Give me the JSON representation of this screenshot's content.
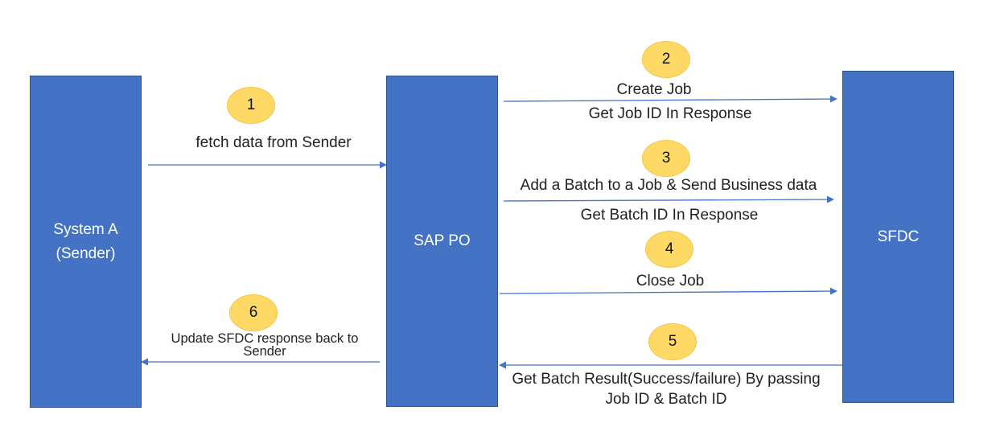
{
  "boxes": {
    "system_a": "System A\n(Sender)",
    "sap_po": "SAP PO",
    "sfdc": "SFDC"
  },
  "steps": [
    {
      "number": "1",
      "label": "fetch data from Sender"
    },
    {
      "number": "2",
      "label": "Create Job",
      "sublabel": "Get Job ID In Response"
    },
    {
      "number": "3",
      "label": "Add a Batch to a Job & Send Business data",
      "sublabel": "Get Batch ID In Response"
    },
    {
      "number": "4",
      "label": "Close Job"
    },
    {
      "number": "5",
      "label": "Get Batch Result(Success/failure) By passing\nJob ID & Batch ID"
    },
    {
      "number": "6",
      "label": "Update SFDC response back to\nSender"
    }
  ],
  "colors": {
    "box_fill": "#4472c4",
    "badge_fill": "#ffd966",
    "arrow": "#4472c4"
  }
}
